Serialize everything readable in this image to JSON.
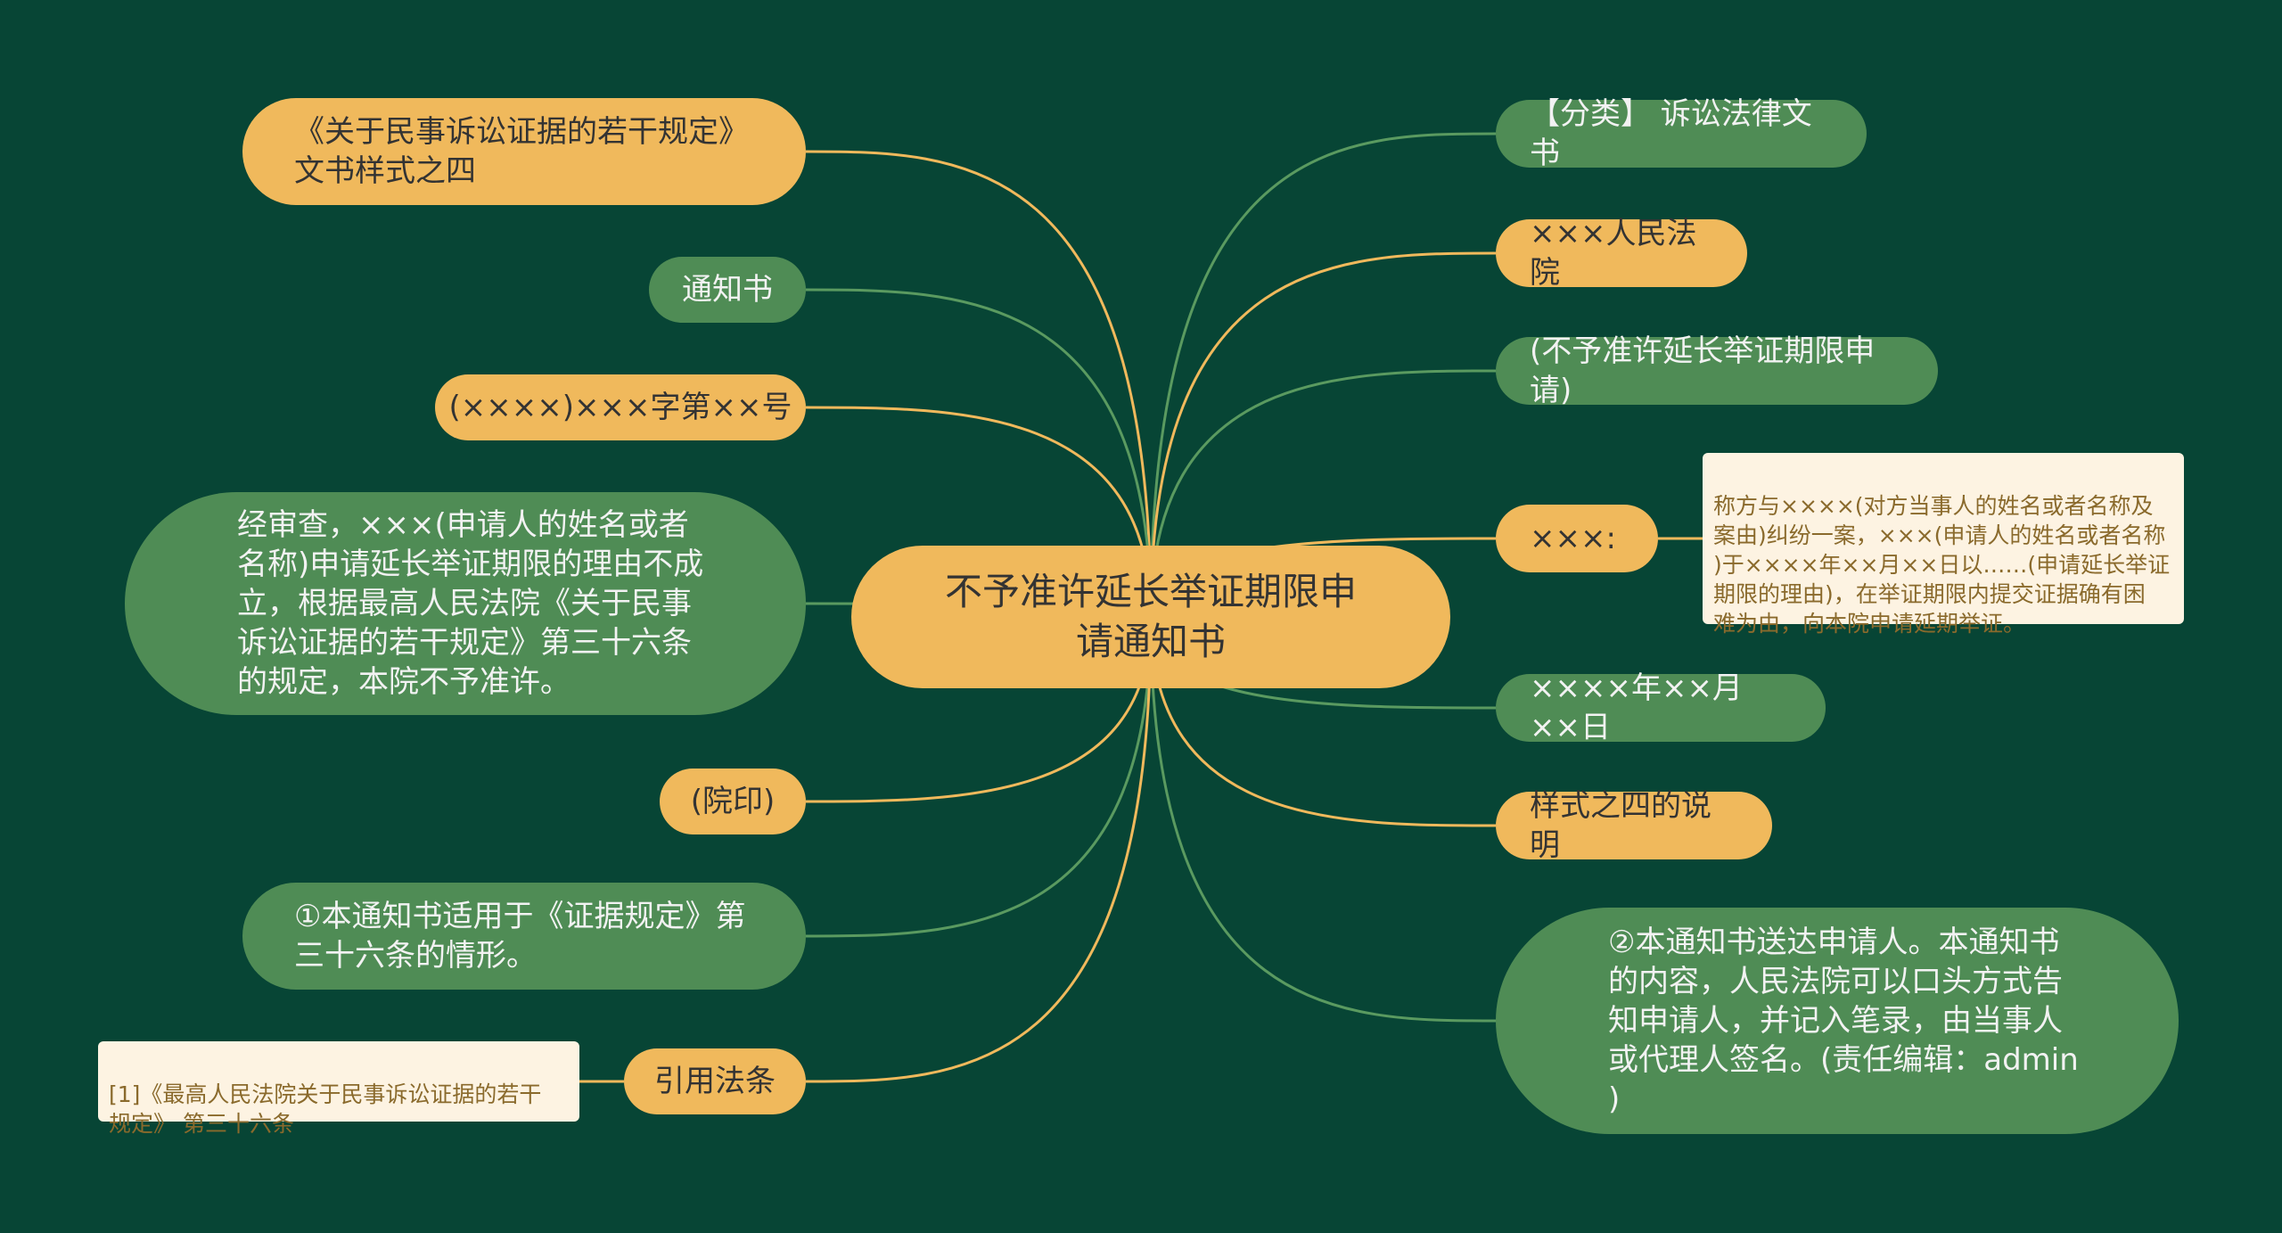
{
  "center": {
    "title": "不予准许延长举证期限申\n请通知书"
  },
  "left_nodes": [
    {
      "id": "l1",
      "text": "《关于民事诉讼证据的若干规定》\n文书样式之四",
      "style": "yellow"
    },
    {
      "id": "l2",
      "text": "通知书",
      "style": "green"
    },
    {
      "id": "l3",
      "text": "(××××)×××字第××号",
      "style": "yellow"
    },
    {
      "id": "l4",
      "text": "经审查，×××(申请人的姓名或者\n名称)申请延长举证期限的理由不成\n立，根据最高人民法院《关于民事\n诉讼证据的若干规定》第三十六条\n的规定，本院不予准许。",
      "style": "green"
    },
    {
      "id": "l5",
      "text": "(院印)",
      "style": "yellow"
    },
    {
      "id": "l6",
      "text": "①本通知书适用于《证据规定》第\n三十六条的情形。",
      "style": "green"
    },
    {
      "id": "l7",
      "text": "引用法条",
      "style": "yellow"
    }
  ],
  "right_nodes": [
    {
      "id": "r1",
      "text": "【分类】 诉讼法律文书",
      "style": "green"
    },
    {
      "id": "r2",
      "text": "×××人民法院",
      "style": "yellow"
    },
    {
      "id": "r3",
      "text": "(不予准许延长举证期限申请)",
      "style": "green"
    },
    {
      "id": "r4",
      "text": "×××:",
      "style": "yellow"
    },
    {
      "id": "r5",
      "text": "××××年××月××日",
      "style": "green"
    },
    {
      "id": "r6",
      "text": "样式之四的说明",
      "style": "yellow"
    },
    {
      "id": "r7",
      "text": "②本通知书送达申请人。本通知书\n的内容，人民法院可以口头方式告\n知申请人，并记入笔录，由当事人\n或代理人签名。(责任编辑：admin\n)",
      "style": "green"
    }
  ],
  "notes": {
    "r4_note": "称方与××××(对方当事人的姓名或者名称及\n案由)纠纷一案，×××(申请人的姓名或者名称\n)于××××年××月××日以……(申请延长举证\n期限的理由)，在举证期限内提交证据确有困\n难为由，向本院申请延期举证。",
    "l7_note": "[1]《最高人民法院关于民事诉讼证据的若干\n规定》 第三十六条"
  },
  "colors": {
    "background": "#074535",
    "yellow": "#f0b95c",
    "green": "#4f8c55",
    "note": "#fdf3e2",
    "link_yellow": "#f0b95c",
    "link_green": "#5a9a60"
  }
}
